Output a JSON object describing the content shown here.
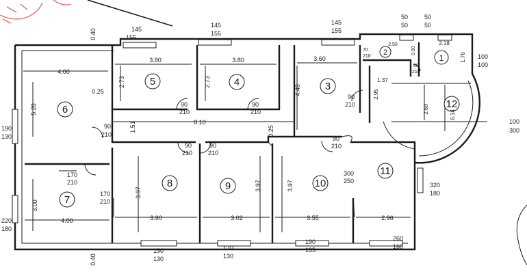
{
  "rooms": [
    "1",
    "2",
    "3",
    "4",
    "5",
    "6",
    "7",
    "8",
    "9",
    "10",
    "11",
    "12"
  ],
  "room_dims": [
    "4.00",
    "5.28",
    "0.25",
    "3.80",
    "2.73",
    "3.80",
    "2.73",
    "3.60",
    "4.48",
    "8.10",
    "1.51",
    "0.25",
    "3.00",
    "4.00",
    "3.90",
    "3.97",
    "3.02",
    "3.97",
    "3.97",
    "3.55",
    "2.96",
    "2.50",
    "0.90",
    "2.18",
    "1.76",
    "1.37",
    "2.95",
    "2.69",
    "6.14",
    "0.40",
    "0.40"
  ],
  "openings": [
    {
      "top": "145",
      "bottom": "155"
    },
    {
      "top": "145",
      "bottom": "155"
    },
    {
      "top": "145",
      "bottom": "155"
    },
    {
      "top": "50",
      "bottom": "50"
    },
    {
      "top": "50",
      "bottom": "50"
    },
    {
      "top": "190",
      "bottom": "130"
    },
    {
      "top": "100",
      "bottom": "100"
    },
    {
      "top": "100",
      "bottom": "300"
    },
    {
      "top": "320",
      "bottom": "180"
    },
    {
      "top": "220",
      "bottom": "180"
    },
    {
      "top": "190",
      "bottom": "130"
    },
    {
      "top": "170",
      "bottom": "130"
    },
    {
      "top": "190",
      "bottom": "135"
    },
    {
      "top": "260",
      "bottom": "160"
    },
    {
      "top": "90",
      "bottom": "210"
    },
    {
      "top": "90",
      "bottom": "210"
    },
    {
      "top": "90",
      "bottom": "210"
    },
    {
      "top": "90",
      "bottom": "210"
    },
    {
      "top": "90",
      "bottom": "210"
    },
    {
      "top": "90",
      "bottom": "210"
    },
    {
      "top": "90",
      "bottom": "210"
    },
    {
      "top": "170",
      "bottom": "210"
    },
    {
      "top": "170",
      "bottom": "210"
    },
    {
      "top": "300",
      "bottom": "250"
    },
    {
      "top": "70",
      "bottom": "210"
    },
    {
      "top": "60",
      "bottom": "210"
    }
  ]
}
